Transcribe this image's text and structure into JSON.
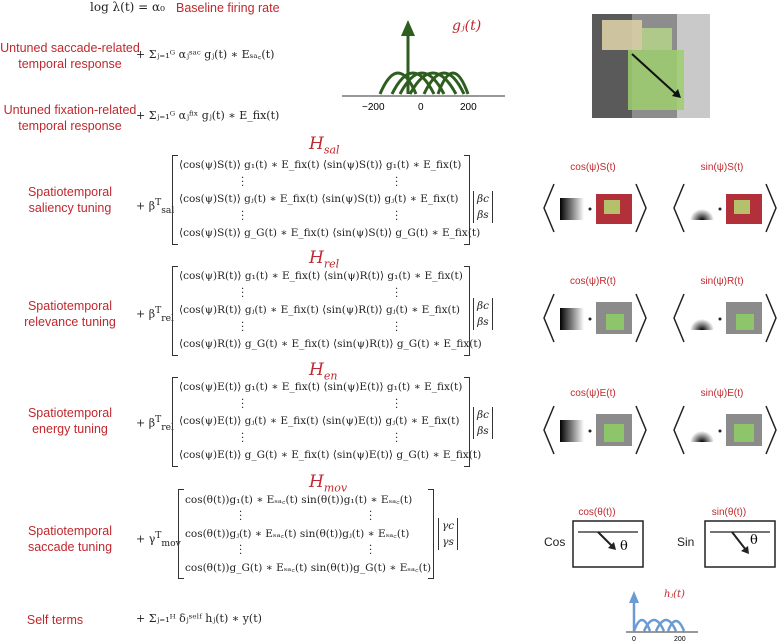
{
  "baseline": {
    "equation": "log λ(t) = α₀",
    "label": "Baseline firing rate"
  },
  "untuned_saccade": {
    "label_line1": "Untuned saccade-related",
    "label_line2": "temporal response",
    "equation": "+ Σⱼ₌₁ᴳ αⱼˢᵃᶜ gⱼ(t) ∗ Eₛₐ꜀(t)"
  },
  "untuned_fixation": {
    "label_line1": "Untuned fixation-related",
    "label_line2": "temporal response",
    "equation": "+ Σⱼ₌₁ᴳ αⱼᶠⁱˣ gⱼ(t) ∗ E_fix(t)"
  },
  "gj_plot": {
    "title": "gⱼ(t)",
    "ticks": [
      "−200",
      "0",
      "200"
    ]
  },
  "sections": [
    {
      "H": "H",
      "Hsub": "sal",
      "label_line1": "Spatiotemporal",
      "label_line2": "saliency tuning",
      "coef": "+ β",
      "coef_sup": "T",
      "coef_sub": "sal",
      "rows": [
        "⟨cos(ψ)S(t)⟩ g₁(t) ∗ E_fix(t)      ⟨sin(ψ)S(t)⟩ g₁(t) ∗ E_fix(t)",
        "⟨cos(ψ)S(t)⟩ gⱼ(t) ∗ E_fix(t)      ⟨sin(ψ)S(t)⟩ gⱼ(t) ∗ E_fix(t)",
        "⟨cos(ψ)S(t)⟩ g_G(t) ∗ E_fix(t)      ⟨sin(ψ)S(t)⟩ g_G(t) ∗ E_fix(t)"
      ],
      "vec": [
        "βc",
        "βs"
      ],
      "k1": "cos(ψ)S(t)",
      "k2": "sin(ψ)S(t)"
    },
    {
      "H": "H",
      "Hsub": "rel",
      "label_line1": "Spatiotemporal",
      "label_line2": "relevance tuning",
      "coef": "+ β",
      "coef_sup": "T",
      "coef_sub": "rel",
      "rows": [
        "⟨cos(ψ)R(t)⟩ g₁(t) ∗ E_fix(t)      ⟨sin(ψ)R(t)⟩ g₁(t) ∗ E_fix(t)",
        "⟨cos(ψ)R(t)⟩ gⱼ(t) ∗ E_fix(t)      ⟨sin(ψ)R(t)⟩ gⱼ(t) ∗ E_fix(t)",
        "⟨cos(ψ)R(t)⟩ g_G(t) ∗ E_fix(t)      ⟨sin(ψ)R(t)⟩ g_G(t) ∗ E_fix(t)"
      ],
      "vec": [
        "βc",
        "βs"
      ],
      "k1": "cos(ψ)R(t)",
      "k2": "sin(ψ)R(t)"
    },
    {
      "H": "H",
      "Hsub": "en",
      "label_line1": "Spatiotemporal",
      "label_line2": "energy tuning",
      "coef": "+ β",
      "coef_sup": "T",
      "coef_sub": "rel",
      "rows": [
        "⟨cos(ψ)E(t)⟩ g₁(t) ∗ E_fix(t)      ⟨sin(ψ)E(t)⟩ g₁(t) ∗ E_fix(t)",
        "⟨cos(ψ)E(t)⟩ gⱼ(t) ∗ E_fix(t)      ⟨sin(ψ)E(t)⟩ gⱼ(t) ∗ E_fix(t)",
        "⟨cos(ψ)E(t)⟩ g_G(t) ∗ E_fix(t)      ⟨sin(ψ)E(t)⟩ g_G(t) ∗ E_fix(t)"
      ],
      "vec": [
        "βc",
        "βs"
      ],
      "k1": "cos(ψ)E(t)",
      "k2": "sin(ψ)E(t)"
    }
  ],
  "mov": {
    "H": "H",
    "Hsub": "mov",
    "label_line1": "Spatiotemporal",
    "label_line2": "saccade tuning",
    "coef": "+ γ",
    "coef_sup": "T",
    "coef_sub": "mov",
    "rows": [
      "cos(θ(t))g₁(t) ∗ Eₛₐ꜀(t)    sin(θ(t))g₁(t) ∗ Eₛₐ꜀(t)",
      "cos(θ(t))gⱼ(t) ∗ Eₛₐ꜀(t)    sin(θ(t))gⱼ(t) ∗ Eₛₐ꜀(t)",
      "cos(θ(t))g_G(t) ∗ Eₛₐ꜀(t)    sin(θ(t))g_G(t) ∗ Eₛₐ꜀(t)"
    ],
    "vec": [
      "γc",
      "γs"
    ],
    "k1": "cos(θ(t))",
    "k2": "sin(θ(t))",
    "cos_label": "Cos",
    "sin_label": "Sin",
    "theta": "θ"
  },
  "self": {
    "label": "Self terms",
    "equation": "+ Σⱼ₌₁ᴴ δⱼˢᵉˡᶠ hⱼ(t) ∗ y(t)"
  },
  "hj_plot": {
    "title": "hⱼ(t)",
    "ticks": [
      "0",
      "200"
    ]
  },
  "colors": {
    "red": "#c0282d",
    "green": "#2e5e1f",
    "blue": "#6a9bd2"
  }
}
